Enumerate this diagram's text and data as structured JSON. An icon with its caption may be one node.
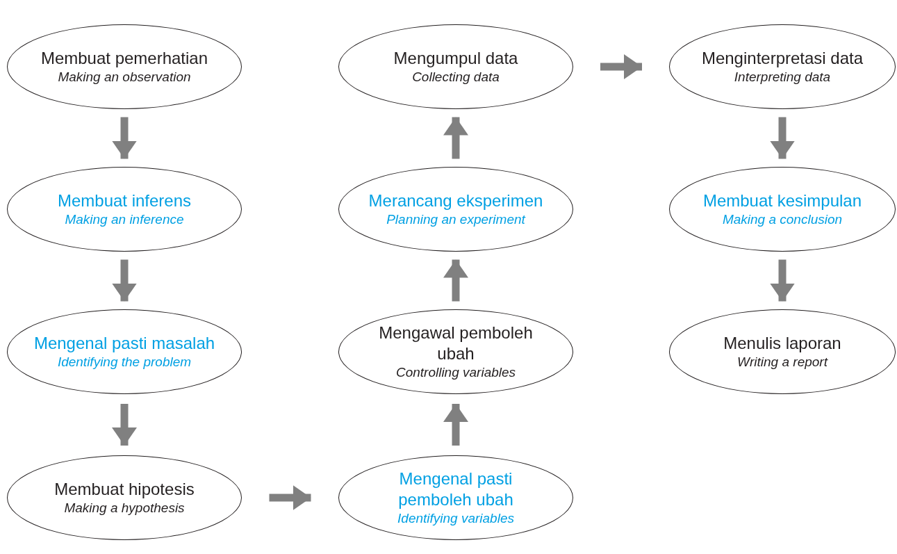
{
  "diagram": {
    "nodes": [
      {
        "text": [
          "Membuat pemerhatian",
          "Making an observation"
        ]
      },
      {
        "text": [
          "Membuat inferens",
          "Making an inference"
        ]
      },
      {
        "text": [
          "Mengenal pasti masalah",
          "Identifying the problem"
        ]
      },
      {
        "text": [
          "Membuat hipotesis",
          "Making a hypothesis"
        ]
      },
      {
        "text": [
          "Mengenal pasti pemboleh ubah",
          "Identifying variables"
        ]
      },
      {
        "text": [
          "Mengawal pemboleh ubah",
          "Controlling variables"
        ]
      },
      {
        "text": [
          "Merancang eksperimen",
          "Planning an experiment"
        ]
      },
      {
        "text": [
          "Mengumpul data",
          "Collecting data"
        ]
      },
      {
        "text": [
          "Menginterpretasi data",
          "Interpreting data"
        ]
      },
      {
        "text": [
          "Membuat kesimpulan",
          "Making a conclusion"
        ]
      },
      {
        "text": [
          "Menulis laporan",
          "Writing a report"
        ]
      }
    ],
    "edges": [
      {
        "from": 0,
        "to": 1,
        "arrow": "to"
      },
      {
        "from": 1,
        "to": 2,
        "arrow": "to"
      },
      {
        "from": 2,
        "to": 3,
        "arrow": "to"
      },
      {
        "from": 3,
        "to": 4,
        "arrow": "to"
      },
      {
        "from": 4,
        "to": 5,
        "arrow": "to"
      },
      {
        "from": 5,
        "to": 6,
        "arrow": "to"
      },
      {
        "from": 6,
        "to": 7,
        "arrow": "to"
      },
      {
        "from": 7,
        "to": 8,
        "arrow": "to"
      },
      {
        "from": 8,
        "to": 9,
        "arrow": "to"
      },
      {
        "from": 9,
        "to": 10,
        "arrow": "to"
      }
    ]
  }
}
